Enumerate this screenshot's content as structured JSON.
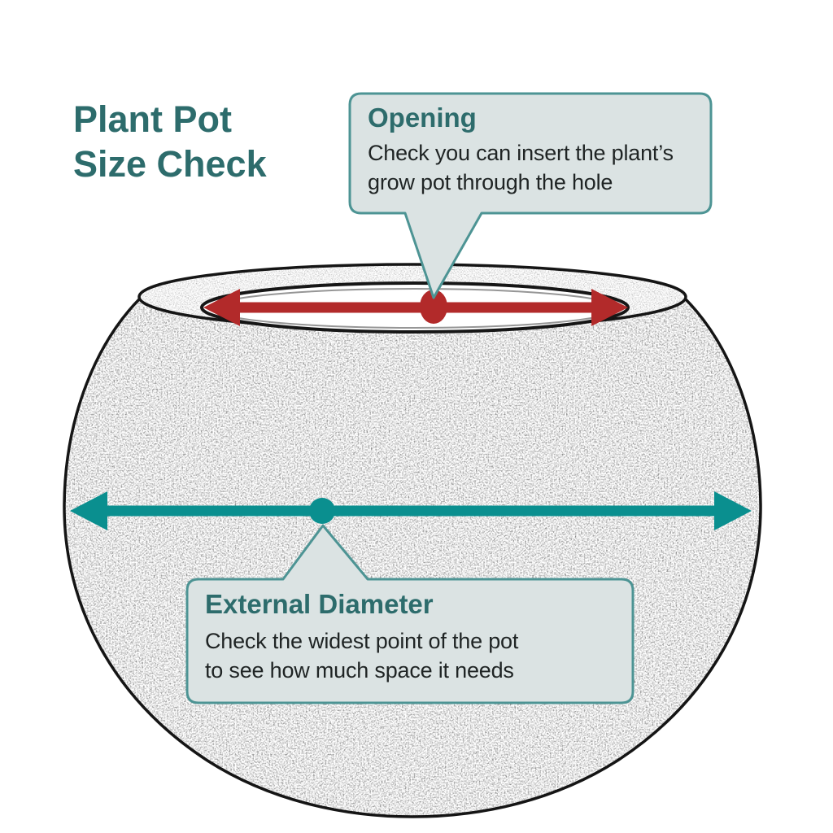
{
  "title": {
    "line1": "Plant Pot",
    "line2": "Size Check"
  },
  "callouts": {
    "opening": {
      "title": "Opening",
      "body_lines": [
        "Check you can insert the plant’s",
        "grow pot through the hole"
      ]
    },
    "external_diameter": {
      "title": "External Diameter",
      "body_lines": [
        "Check the widest point of the pot",
        "to see how much space it needs"
      ]
    }
  },
  "colors": {
    "title_teal": "#2d6c6c",
    "callout_bg": "#dbe3e3",
    "callout_border": "#4d9494",
    "body_text": "#1f2424",
    "arrow_red": "#b22a2a",
    "arrow_teal": "#0a8f8f",
    "sketch_ink": "#161616"
  }
}
